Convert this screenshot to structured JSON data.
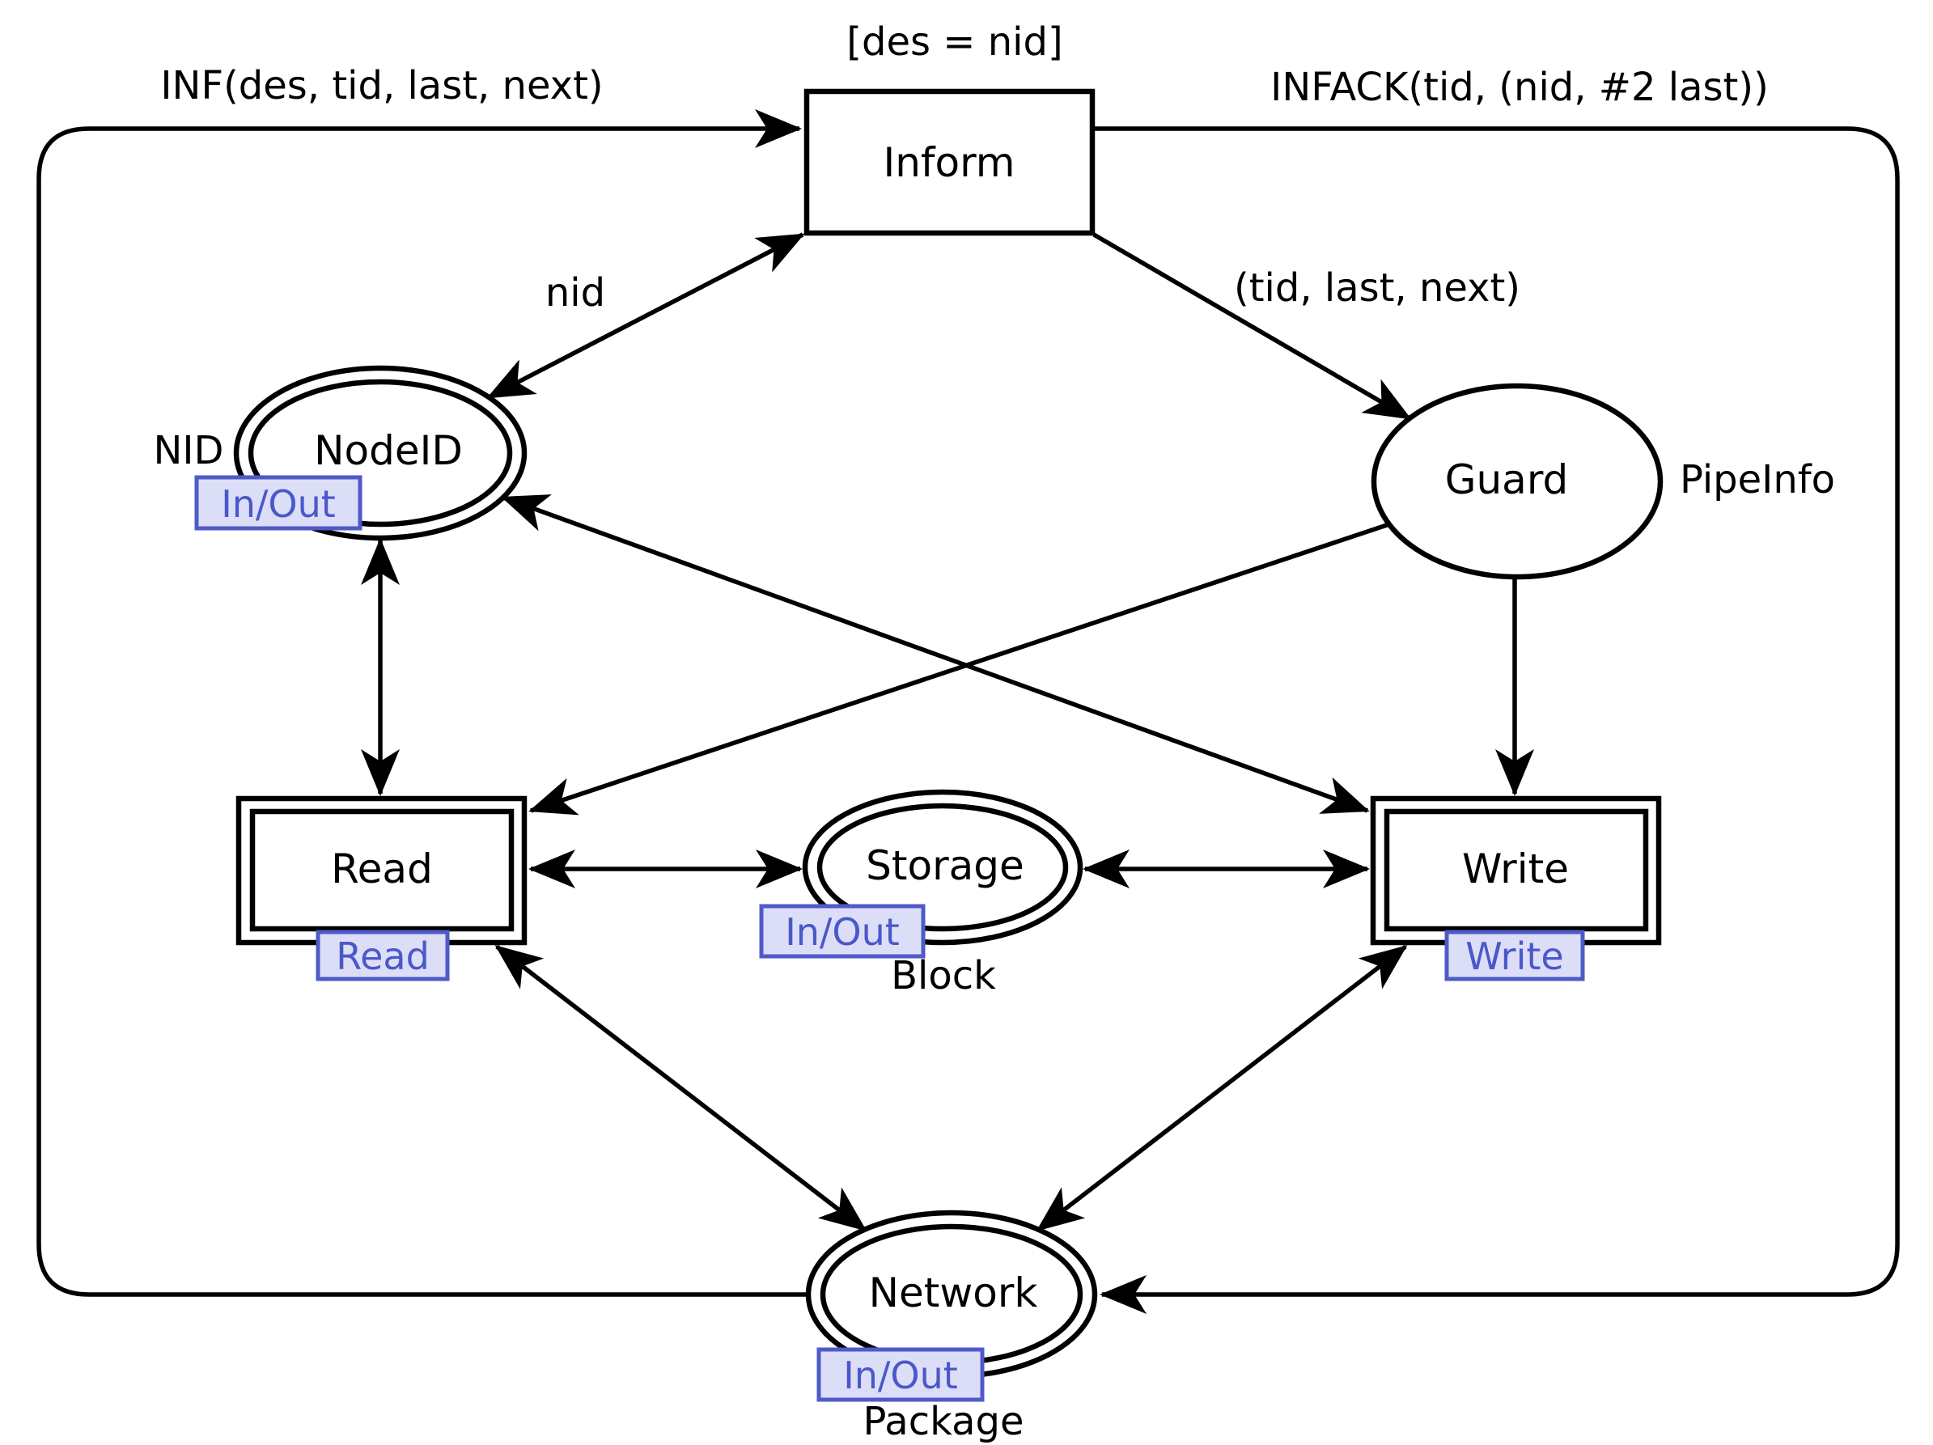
{
  "diagram": {
    "transitions": {
      "inform": {
        "label": "Inform",
        "guard": "[des = nid]"
      },
      "read": {
        "label": "Read",
        "subpage_tag": "Read"
      },
      "write": {
        "label": "Write",
        "subpage_tag": "Write"
      }
    },
    "places": {
      "nodeid": {
        "label": "NodeID",
        "colorset": "NID",
        "port_tag": "In/Out"
      },
      "guard": {
        "label": "Guard",
        "colorset": "PipeInfo"
      },
      "storage": {
        "label": "Storage",
        "colorset": "Block",
        "port_tag": "In/Out"
      },
      "network": {
        "label": "Network",
        "colorset": "Package",
        "port_tag": "In/Out"
      }
    },
    "arc_labels": {
      "inf": "INF(des, tid, last, next)",
      "infack": "INFACK(tid, (nid, #2 last))",
      "nid": "nid",
      "tid": "(tid, last, next)"
    },
    "colors": {
      "line": "#000000",
      "tag_border": "#4f5ac9",
      "tag_fill": "#dcdef8",
      "tag_text": "#4a58c8"
    }
  }
}
